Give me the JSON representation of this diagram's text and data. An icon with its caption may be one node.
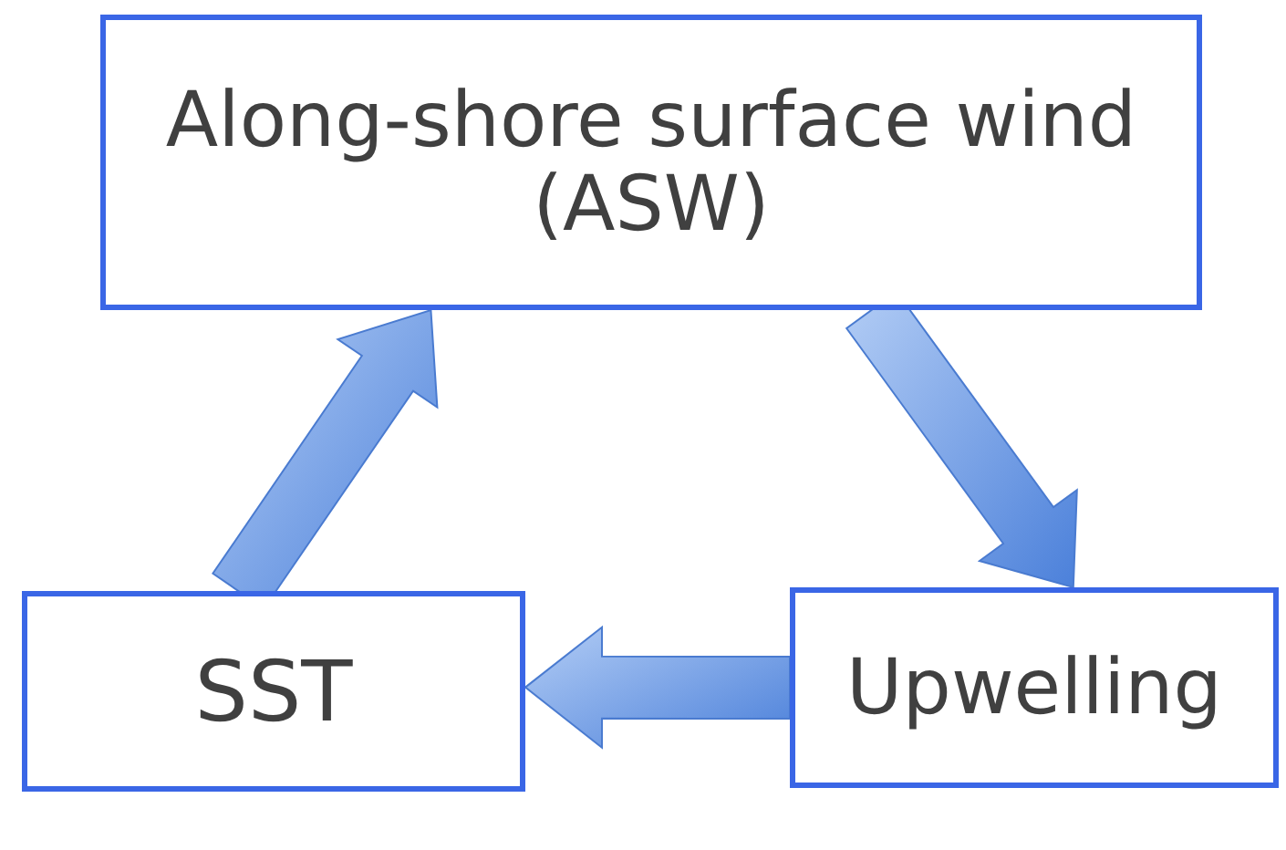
{
  "diagram": {
    "nodes": [
      {
        "text": [
          "Along-shore surface wind (ASW)"
        ]
      },
      {
        "text": [
          "SST"
        ]
      },
      {
        "text": [
          "Upwelling"
        ]
      }
    ],
    "edges": [
      {
        "from": 0,
        "to": 2,
        "arrow": "to",
        "style": "thick"
      },
      {
        "from": 2,
        "to": 1,
        "arrow": "to",
        "style": "thick"
      },
      {
        "from": 1,
        "to": 0,
        "arrow": "to",
        "style": "thick"
      }
    ]
  }
}
